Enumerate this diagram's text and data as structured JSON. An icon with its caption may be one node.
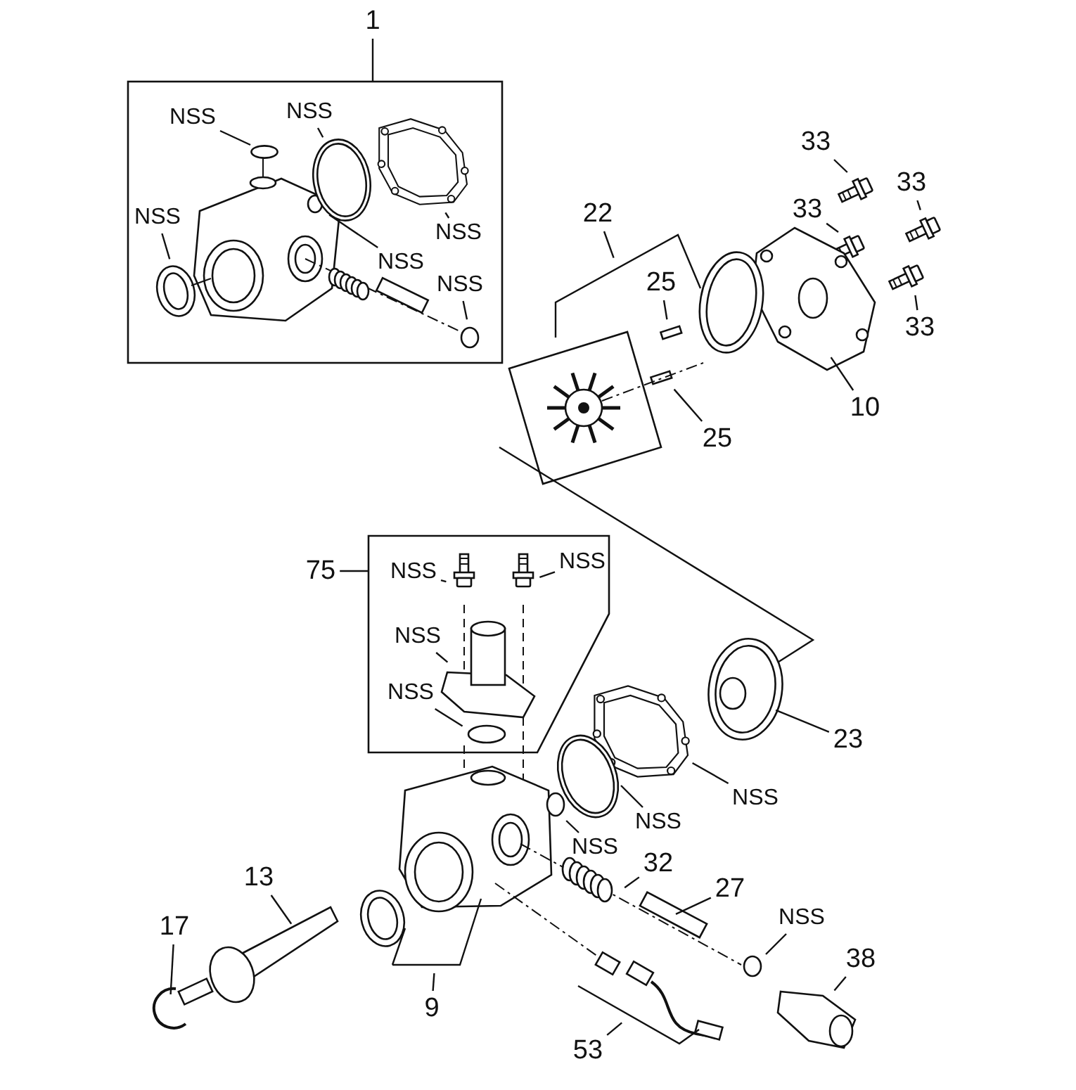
{
  "diagram": {
    "nodes": [
      {
        "text": [
          "1"
        ]
      },
      {
        "text": [],
        "shape": "box"
      },
      {
        "text": [
          "NSS"
        ],
        "in": 1
      },
      {
        "text": [
          "NSS"
        ],
        "in": 1
      },
      {
        "text": [
          "NSS"
        ],
        "in": 1
      },
      {
        "text": [
          "NSS"
        ],
        "in": 1
      },
      {
        "text": [
          "NSS"
        ],
        "in": 1
      },
      {
        "text": [
          "NSS"
        ],
        "in": 1
      },
      {
        "text": [
          "33"
        ]
      },
      {
        "text": [
          "33"
        ]
      },
      {
        "text": [
          "33"
        ]
      },
      {
        "text": [
          "33"
        ]
      },
      {
        "text": [
          "22"
        ]
      },
      {
        "text": [
          "25"
        ]
      },
      {
        "text": [
          "10"
        ]
      },
      {
        "text": [
          "25"
        ]
      },
      {
        "text": [
          "75"
        ]
      },
      {
        "text": [],
        "shape": "box"
      },
      {
        "text": [
          "NSS"
        ],
        "in": 17
      },
      {
        "text": [
          "NSS"
        ],
        "in": 17
      },
      {
        "text": [
          "NSS"
        ],
        "in": 17
      },
      {
        "text": [
          "NSS"
        ],
        "in": 17
      },
      {
        "text": [
          "23"
        ]
      },
      {
        "text": [
          "NSS"
        ]
      },
      {
        "text": [
          "NSS"
        ]
      },
      {
        "text": [
          "NSS"
        ]
      },
      {
        "text": [
          "32"
        ]
      },
      {
        "text": [
          "27"
        ]
      },
      {
        "text": [
          "13"
        ]
      },
      {
        "text": [
          "17"
        ]
      },
      {
        "text": [
          "9"
        ]
      },
      {
        "text": [
          "NSS"
        ]
      },
      {
        "text": [
          "38"
        ]
      },
      {
        "text": [
          "53"
        ]
      },
      {
        "text": [],
        "shape": "circle",
        "in": 1
      }
    ],
    "edges": [
      {
        "from": 0,
        "to": 1,
        "arrow": "none"
      },
      {
        "from": 2,
        "to": 34,
        "arrow": "none"
      },
      {
        "from": 3,
        "to": null,
        "arrow": "none"
      },
      {
        "from": 4,
        "to": null,
        "arrow": "none"
      },
      {
        "from": 5,
        "to": null,
        "arrow": "none"
      },
      {
        "from": 6,
        "to": null,
        "arrow": "none"
      },
      {
        "from": 7,
        "to": null,
        "arrow": "none"
      },
      {
        "from": 8,
        "to": null,
        "arrow": "none"
      },
      {
        "from": 9,
        "to": null,
        "arrow": "none"
      },
      {
        "from": 10,
        "to": null,
        "arrow": "none"
      },
      {
        "from": 11,
        "to": null,
        "arrow": "none"
      },
      {
        "from": 12,
        "to": null,
        "arrow": "none"
      },
      {
        "from": 13,
        "to": null,
        "arrow": "none"
      },
      {
        "from": 14,
        "to": null,
        "arrow": "none"
      },
      {
        "from": 15,
        "to": null,
        "arrow": "none"
      },
      {
        "from": 16,
        "to": 17,
        "arrow": "none"
      },
      {
        "from": 18,
        "to": null,
        "arrow": "none"
      },
      {
        "from": 19,
        "to": null,
        "arrow": "none"
      },
      {
        "from": 20,
        "to": null,
        "arrow": "none"
      },
      {
        "from": 21,
        "to": null,
        "arrow": "none"
      },
      {
        "from": 22,
        "to": null,
        "arrow": "none"
      },
      {
        "from": 23,
        "to": null,
        "arrow": "none"
      },
      {
        "from": 24,
        "to": null,
        "arrow": "none"
      },
      {
        "from": 25,
        "to": null,
        "arrow": "none"
      },
      {
        "from": 26,
        "to": null,
        "arrow": "none"
      },
      {
        "from": 27,
        "to": null,
        "arrow": "none"
      },
      {
        "from": 28,
        "to": null,
        "arrow": "none"
      },
      {
        "from": 29,
        "to": null,
        "arrow": "none"
      },
      {
        "from": 30,
        "to": null,
        "arrow": "none"
      },
      {
        "from": 31,
        "to": null,
        "arrow": "none"
      },
      {
        "from": 32,
        "to": null,
        "arrow": "none"
      },
      {
        "from": 33,
        "to": null,
        "arrow": "none"
      }
    ]
  }
}
